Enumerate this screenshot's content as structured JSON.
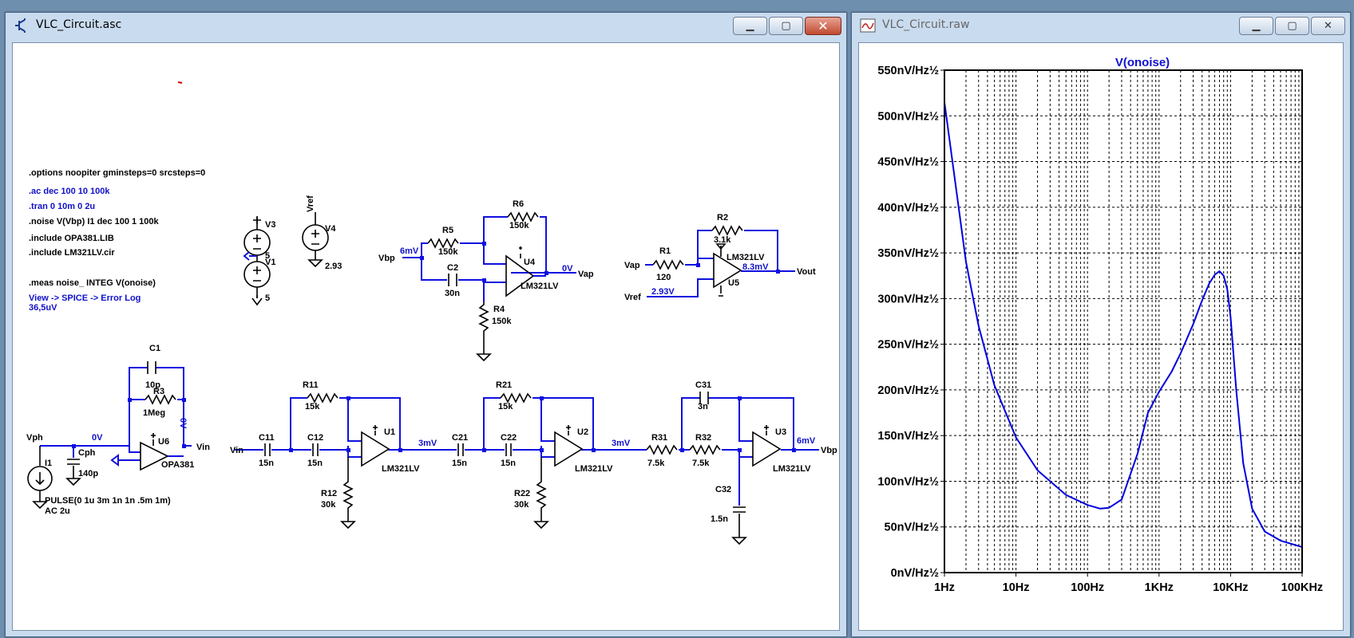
{
  "schematic_window": {
    "title": "VLC_Circuit.asc",
    "directives": [
      ".options noopiter gminsteps=0 srcsteps=0",
      ".ac dec 100 10 100k",
      ".tran 0 10m 0 2u",
      ".noise V(Vbp) I1 dec 100 1 100k",
      ".include OPA381.LIB",
      ".include LM321LV.cir",
      ".meas noise_ INTEG V(onoise)",
      "View -> SPICE -> Error Log",
      "36,5uV"
    ],
    "labels": {
      "V3": "V3",
      "V3v": "5",
      "V1": "V1",
      "V1v": "5",
      "Vref_net": "Vref",
      "V4": "V4",
      "V4v": "2.93",
      "Vbp": "Vbp",
      "net6mV": "6mV",
      "R5": "R5",
      "R5v": "150k",
      "R6": "R6",
      "R6v": "150k",
      "C2": "C2",
      "C2v": "30n",
      "R4": "R4",
      "R4v": "150k",
      "U4": "U4",
      "U4m": "LM321LV",
      "n0V_a": "0V",
      "Vap": "Vap",
      "Vap_in": "Vap",
      "R1": "R1",
      "R1v": "120",
      "R2": "R2",
      "R2v": "3.1k",
      "U5m": "LM321LV",
      "n8_3": "8.3mV",
      "Vout": "Vout",
      "U5": "U5",
      "Vref_in": "Vref",
      "n2_93": "2.93V",
      "C1": "C1",
      "C1v": "10p",
      "R3": "R3",
      "R3v": "1Meg",
      "Vph": "Vph",
      "n0V_b": "0V",
      "n0V_c": "0V",
      "U6": "U6",
      "Vin_out": "Vin",
      "U6m": "OPA381",
      "Cph": "Cph",
      "Cphv": "140p",
      "I1": "I1",
      "I1f": "PULSE(0 1u 3m 1n 1n .5m 1m)",
      "I1ac": "AC 2u",
      "R11": "R11",
      "R11v": "15k",
      "Vin_in": "Vin",
      "C11": "C11",
      "C11v": "15n",
      "C12": "C12",
      "C12v": "15n",
      "U1": "U1",
      "U1m": "LM321LV",
      "n3a": "3mV",
      "R12": "R12",
      "R12v": "30k",
      "C21": "C21",
      "C21v": "15n",
      "R21": "R21",
      "R21v": "15k",
      "C22": "C22",
      "C22v": "15n",
      "U2": "U2",
      "U2m": "LM321LV",
      "n3b": "3mV",
      "R22": "R22",
      "R22v": "30k",
      "R31": "R31",
      "R31v": "7.5k",
      "R32": "R32",
      "R32v": "7.5k",
      "C31": "C31",
      "C31v": "3n",
      "U3": "U3",
      "U3m": "LM321LV",
      "n6b": "6mV",
      "Vbp_out": "Vbp",
      "C32": "C32",
      "C32v": "1.5n"
    }
  },
  "waveform_window": {
    "title": "VLC_Circuit.raw",
    "chart_data": {
      "type": "line",
      "title": "V(onoise)",
      "xscale": "log",
      "xlim": [
        1,
        100000
      ],
      "ylim": [
        0,
        550
      ],
      "y_ticks": [
        "0nV/Hz½",
        "50nV/Hz½",
        "100nV/Hz½",
        "150nV/Hz½",
        "200nV/Hz½",
        "250nV/Hz½",
        "300nV/Hz½",
        "350nV/Hz½",
        "400nV/Hz½",
        "450nV/Hz½",
        "500nV/Hz½",
        "550nV/Hz½"
      ],
      "x_ticks": [
        "1Hz",
        "10Hz",
        "100Hz",
        "1KHz",
        "10KHz",
        "100KHz"
      ],
      "grid": true,
      "series": [
        {
          "color": "#0000e0",
          "x": [
            1,
            2,
            3,
            5,
            10,
            20,
            50,
            100,
            150,
            200,
            300,
            500,
            700,
            1000,
            1500,
            2000,
            3000,
            4000,
            5000,
            6000,
            7000,
            8000,
            9000,
            10000,
            12000,
            15000,
            20000,
            30000,
            50000,
            100000
          ],
          "y": [
            515,
            340,
            270,
            205,
            148,
            112,
            85,
            74,
            70,
            71,
            80,
            130,
            175,
            198,
            220,
            240,
            272,
            298,
            316,
            326,
            330,
            325,
            310,
            280,
            200,
            120,
            70,
            45,
            35,
            28
          ]
        }
      ]
    }
  }
}
